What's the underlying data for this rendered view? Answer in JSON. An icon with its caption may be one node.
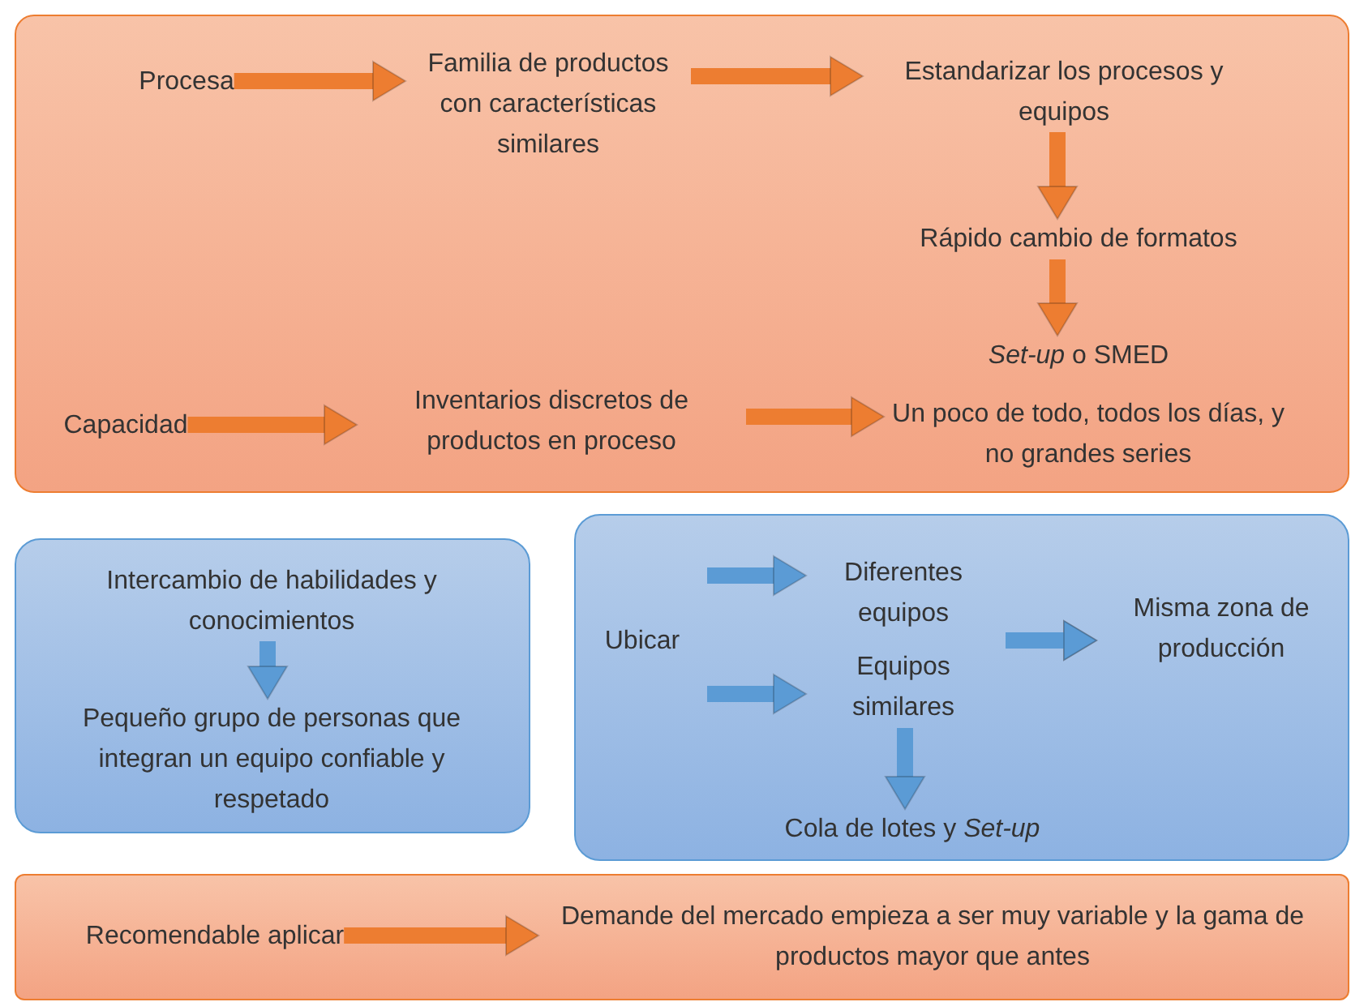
{
  "diagram": {
    "nodes": [
      {
        "text": [],
        "shape": "box"
      },
      {
        "text": [
          "Procesa"
        ],
        "in": 0
      },
      {
        "text": [
          "Familia de productos con características similares"
        ],
        "in": 0
      },
      {
        "text": [
          "Estandarizar los procesos y equipos"
        ],
        "in": 0
      },
      {
        "text": [
          "Rápido cambio de formatos"
        ],
        "in": 0
      },
      {
        "text": [
          "*Set-up* o SMED"
        ],
        "in": 0
      },
      {
        "text": [
          "Capacidad"
        ],
        "in": 0
      },
      {
        "text": [
          "Inventarios discretos de productos en proceso"
        ],
        "in": 0
      },
      {
        "text": [
          "Un poco de todo, todos los días, y no grandes series"
        ],
        "in": 0
      },
      {
        "text": [],
        "shape": "box"
      },
      {
        "text": [
          "Intercambio de habilidades y conocimientos"
        ],
        "in": 9
      },
      {
        "text": [
          "Pequeño grupo de personas que integran un equipo confiable y respetado"
        ],
        "in": 9
      },
      {
        "text": [],
        "shape": "box"
      },
      {
        "text": [
          "Ubicar"
        ],
        "in": 12
      },
      {
        "text": [
          "Diferentes equipos"
        ],
        "in": 12
      },
      {
        "text": [
          "Equipos similares"
        ],
        "in": 12
      },
      {
        "text": [
          "Misma zona de producción"
        ],
        "in": 12
      },
      {
        "text": [
          "Cola de lotes y *Set-up*"
        ],
        "in": 12
      },
      {
        "text": [],
        "shape": "box"
      },
      {
        "text": [
          "Recomendable aplicar"
        ],
        "in": 18
      },
      {
        "text": [
          "Demande del mercado empieza a ser muy variable y la gama de productos mayor que antes"
        ],
        "in": 18
      }
    ],
    "edges": [
      {
        "from": 1,
        "to": 2,
        "arrow": "to"
      },
      {
        "from": 2,
        "to": 3,
        "arrow": "to"
      },
      {
        "from": 3,
        "to": 4,
        "arrow": "to"
      },
      {
        "from": 4,
        "to": 5,
        "arrow": "to"
      },
      {
        "from": 6,
        "to": 7,
        "arrow": "to"
      },
      {
        "from": 7,
        "to": 8,
        "arrow": "to"
      },
      {
        "from": 10,
        "to": 11,
        "arrow": "to",
        "color": "#5b9bd5"
      },
      {
        "from": 13,
        "to": 14,
        "arrow": "to",
        "color": "#5b9bd5"
      },
      {
        "from": 13,
        "to": 15,
        "arrow": "to",
        "color": "#5b9bd5"
      },
      {
        "from": 14,
        "to": 16,
        "arrow": "to",
        "color": "#5b9bd5"
      },
      {
        "from": 15,
        "to": 16,
        "arrow": "to",
        "color": "#5b9bd5"
      },
      {
        "from": 15,
        "to": 17,
        "arrow": "to",
        "color": "#5b9bd5"
      },
      {
        "from": 19,
        "to": 20,
        "arrow": "to"
      }
    ]
  }
}
